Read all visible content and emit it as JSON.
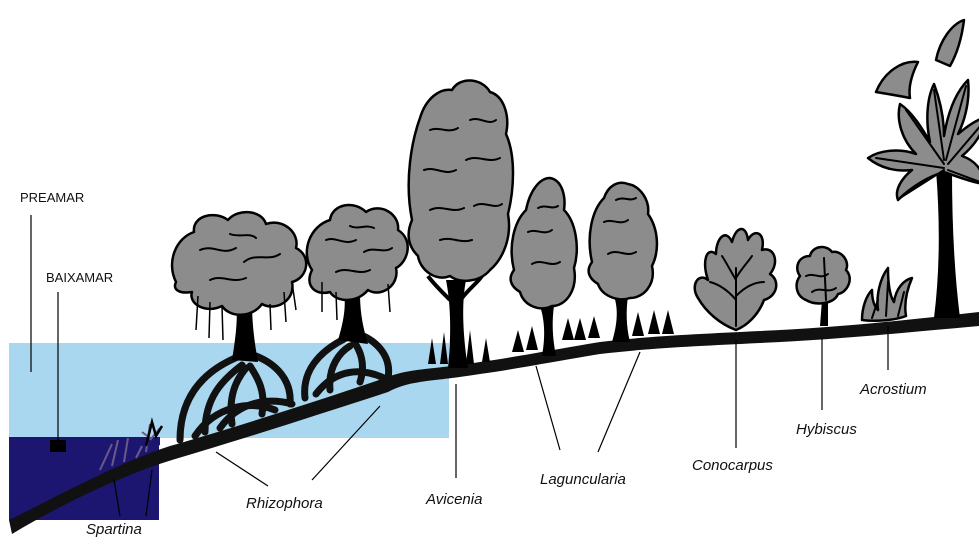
{
  "tide_labels": {
    "high": "PREAMAR",
    "low": "BAIXAMAR"
  },
  "species": [
    {
      "key": "spartina",
      "label": "Spartina"
    },
    {
      "key": "rhizophora",
      "label": "Rhizophora"
    },
    {
      "key": "avicenia",
      "label": "Avicenia"
    },
    {
      "key": "laguncularia",
      "label": "Laguncularia"
    },
    {
      "key": "conocarpus",
      "label": "Conocarpus"
    },
    {
      "key": "hybiscus",
      "label": "Hybiscus"
    },
    {
      "key": "acrostium",
      "label": "Acrostium"
    }
  ],
  "colors": {
    "high_tide_water": "#a9d7ef",
    "low_tide_water": "#1c1670",
    "canopy": "#8c8c8c",
    "ground": "#111111"
  }
}
